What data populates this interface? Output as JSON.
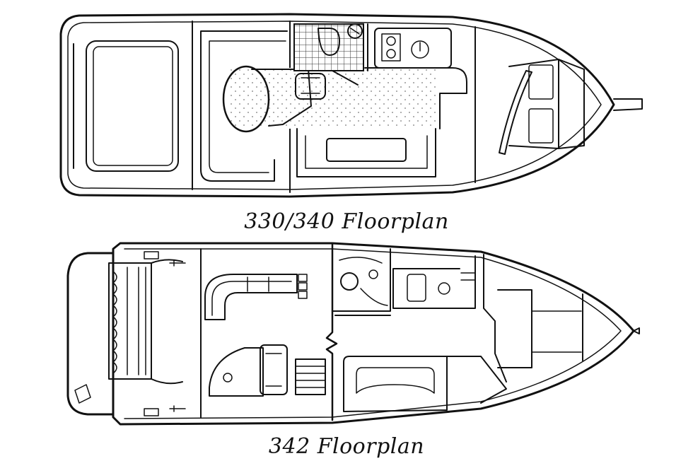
{
  "plans": [
    {
      "id": "plan-330-340",
      "caption": "330/340 Floorplan"
    },
    {
      "id": "plan-342",
      "caption": "342 Floorplan"
    }
  ]
}
